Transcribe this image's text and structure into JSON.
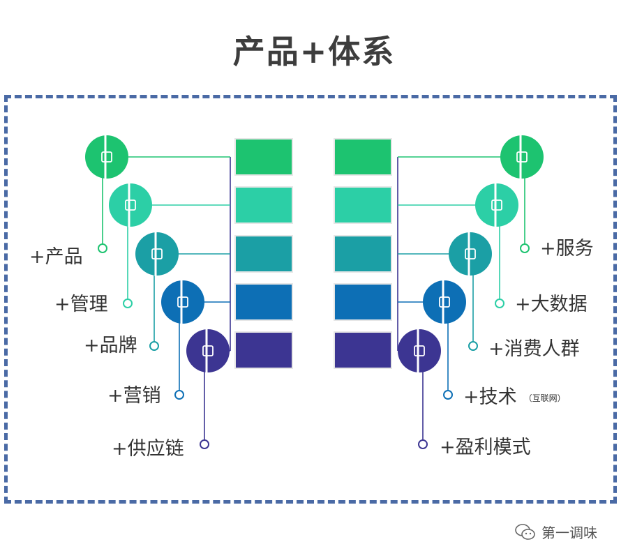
{
  "title": "产品+体系",
  "left_labels": [
    "+产品",
    "+管理",
    "+品牌",
    "+营销",
    "+供应链"
  ],
  "right_labels": [
    "+服务",
    "+大数据",
    "+消费人群",
    "+技术",
    "+盈利模式"
  ],
  "right_note": "（互联网）",
  "colors": [
    "#1dc370",
    "#2ccfa6",
    "#1b9fa5",
    "#0d6fb5",
    "#3c3592"
  ],
  "icons_left": [
    "a-letter-icon",
    "b-letter-icon",
    "c-letter-icon",
    "d-letter-icon",
    "e-letter-icon"
  ],
  "icons_right": [
    "a-letter-icon",
    "b-letter-icon",
    "c-letter-icon",
    "d-letter-icon",
    "e-letter-icon"
  ],
  "watermark": "第一调味"
}
